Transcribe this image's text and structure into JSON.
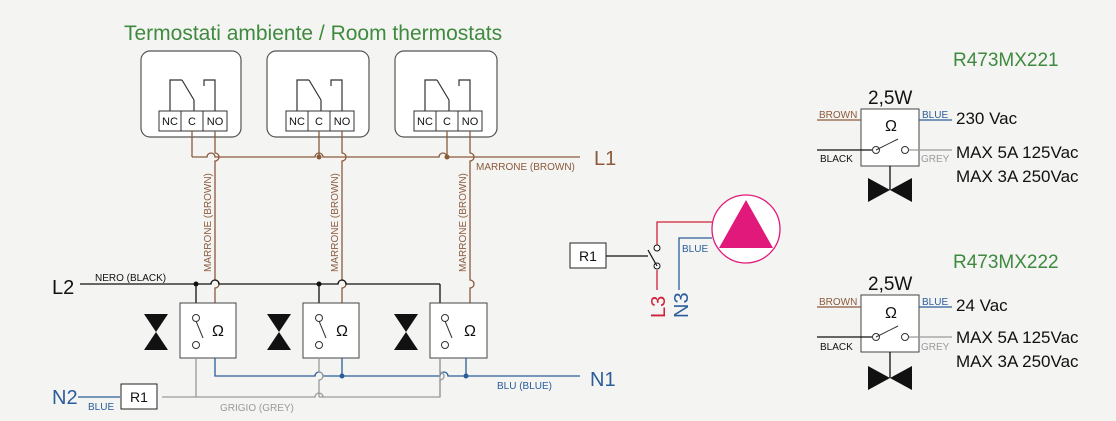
{
  "title": "Termostati ambiente / Room thermostats",
  "thermostats": [
    {
      "nc": "NC",
      "c": "C",
      "no": "NO"
    },
    {
      "nc": "NC",
      "c": "C",
      "no": "NO"
    },
    {
      "nc": "NC",
      "c": "C",
      "no": "NO"
    }
  ],
  "lines": {
    "l1": "L1",
    "l2": "L2",
    "n1": "N1",
    "n2": "N2",
    "l3": "L3",
    "n3": "N3",
    "marrone_h": "MARRONE (BROWN)",
    "marrone_v": "MARRONE (BROWN)",
    "nero": "NERO (BLACK)",
    "blu": "BLU (BLUE)",
    "grigio": "GRIGIO (GREY)",
    "blue": "BLUE"
  },
  "relay": {
    "label": "R1"
  },
  "relay2": {
    "label": "R1"
  },
  "pump_blue": "BLUE",
  "modules": [
    {
      "model": "R473MX221",
      "power": "2,5W",
      "voltage": "230 Vac",
      "max1": "MAX 5A 125Vac",
      "max2": "MAX 3A 250Vac",
      "brown": "BROWN",
      "blue": "BLUE",
      "black": "BLACK",
      "grey": "GREY"
    },
    {
      "model": "R473MX222",
      "power": "2,5W",
      "voltage": "24 Vac",
      "max1": "MAX 5A 125Vac",
      "max2": "MAX 3A 250Vac",
      "brown": "BROWN",
      "blue": "BLUE",
      "black": "BLACK",
      "grey": "GREY"
    }
  ],
  "colors": {
    "brown": "#8b5a3c",
    "blue": "#2a5d9a",
    "grey": "#9a9a9a",
    "red": "#d0213a",
    "pump": "#e0197a",
    "green": "#3e8a3e"
  }
}
